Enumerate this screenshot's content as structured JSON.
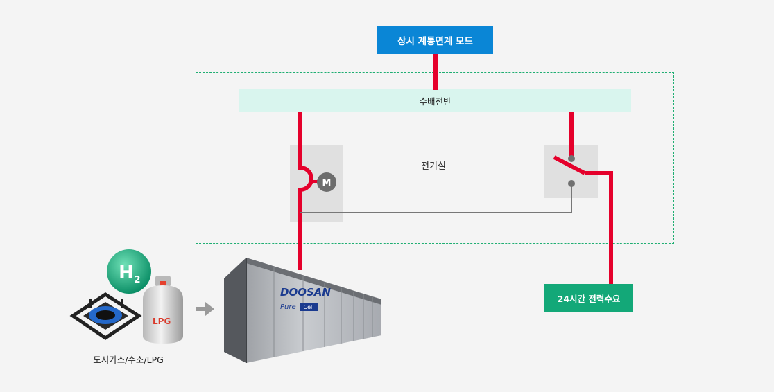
{
  "diagram": {
    "mode_label": "상시 계통연계 모드",
    "switchboard_label": "수배전반",
    "room_label": "전기실",
    "motor_symbol": "M",
    "demand_label": "24시간 전력수요",
    "fuel_label": "도시가스/수소/LPG",
    "hydrogen_symbol": "H",
    "hydrogen_subscript": "2",
    "lpg_text": "LPG",
    "brand_text": "DOOSAN",
    "product_text": "Pure",
    "product_suffix": "Cell"
  },
  "colors": {
    "mode_blue": "#0a86d6",
    "demand_green": "#13a878",
    "wire_red": "#e5002b",
    "dashed_border": "#1fae72",
    "switchboard_fill": "#d9f5ee"
  },
  "icons": [
    "gas-burner-icon",
    "hydrogen-badge-icon",
    "lpg-cylinder-icon",
    "arrow-right-icon",
    "motor-icon",
    "breaker-switch-icon",
    "fuel-cell-unit-icon"
  ]
}
